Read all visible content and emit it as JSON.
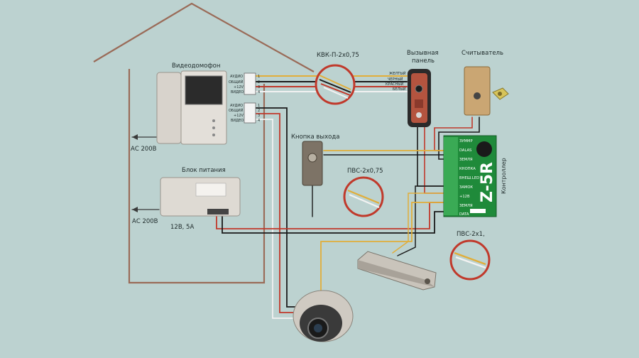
{
  "labels": {
    "intercom": "Видеодомофон",
    "cable_kvk": "КВК-П-2х0,75",
    "call_panel_l1": "Вызывная",
    "call_panel_l2": "панель",
    "reader": "Считыватель",
    "exit_button": "Кнопка выхода",
    "power_supply": "Блок питания",
    "psu_rating": "12В, 5А",
    "ac_top": "АС 200В",
    "ac_bottom": "АС 200В",
    "cable_pvs_075": "ПВС-2х0,75",
    "cable_pvs_1": "ПВС-2х1,",
    "controller_model": "Z-5R",
    "controller_name": "Контроллер"
  },
  "intercom_terminals": {
    "block1": [
      "АУДИО",
      "ОБЩИЙ",
      "+12V",
      "ВИДЕО"
    ],
    "block2": [
      "АУДИО",
      "ОБЩИЙ",
      "+12V",
      "ВИДЕО"
    ],
    "numbers1": [
      "1",
      "2",
      "3",
      "4"
    ],
    "numbers2": [
      "1",
      "2",
      "3",
      "4"
    ]
  },
  "wire_colors": [
    "ЖЕЛТЫЙ",
    "ЧЕРНЫЙ",
    "КРАСНЫЙ",
    "БЕЛЫЙ"
  ],
  "controller_terminals": [
    "ЗУММР",
    "DALAS",
    "ЗЕМЛЯ",
    "КНОПКА",
    "ВНЕШ.LED",
    "ЗАМОК",
    "+12В",
    "ЗЕМЛЯ",
    "DATA"
  ],
  "colors": {
    "background": "#bcd2d0",
    "wire_yellow": "#e1ae3a",
    "wire_black": "#1a1a1a",
    "wire_red": "#c0392b",
    "wire_white": "#f2f2f2",
    "controller_board": "#1f8a3a",
    "callout_ring": "#c0392b"
  }
}
